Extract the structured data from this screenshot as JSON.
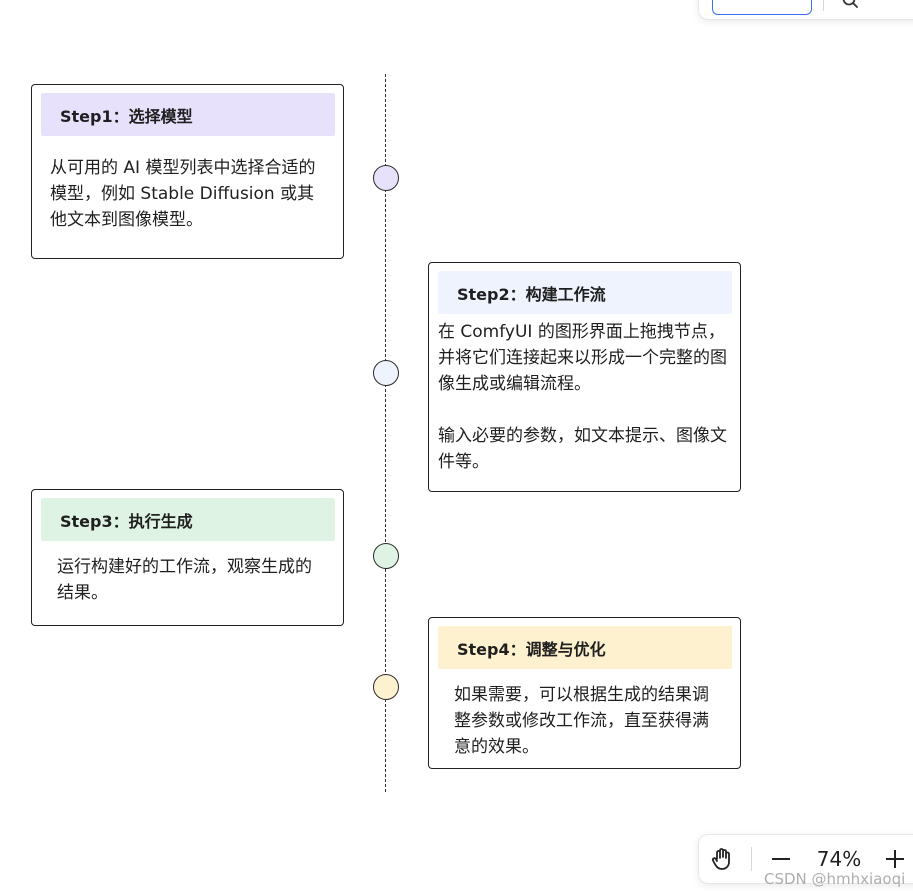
{
  "colors": {
    "step1_fill": "#e8e1fb",
    "step2_fill": "#eef3fd",
    "step3_fill": "#dff3e5",
    "step4_fill": "#fdf1cf",
    "border": "#222222",
    "timeline": "#333333",
    "toolbar_accent": "#3b6ff5"
  },
  "steps": [
    {
      "title": "Step1：选择模型",
      "lines": [
        "从可用的 AI 模型列表中选择合适的模型，例如 Stable Diffusion 或其他文本到图像模型。"
      ]
    },
    {
      "title": "Step2：构建工作流",
      "lines": [
        "在 ComfyUI 的图形界面上拖拽节点，并将它们连接起来以形成一个完整的图像生成或编辑流程。",
        "输入必要的参数，如文本提示、图像文件等。"
      ]
    },
    {
      "title": "Step3：执行生成",
      "lines": [
        "运行构建好的工作流，观察生成的结果。"
      ]
    },
    {
      "title": "Step4：调整与优化",
      "lines": [
        "如果需要，可以根据生成的结果调整参数或修改工作流，直至获得满意的效果。"
      ]
    }
  ],
  "controls": {
    "zoom_level": "74%",
    "hand_icon": "hand-icon",
    "minus_icon": "minus-icon",
    "plus_icon": "plus-icon"
  },
  "watermark": "CSDN @hmhxiaoqi"
}
